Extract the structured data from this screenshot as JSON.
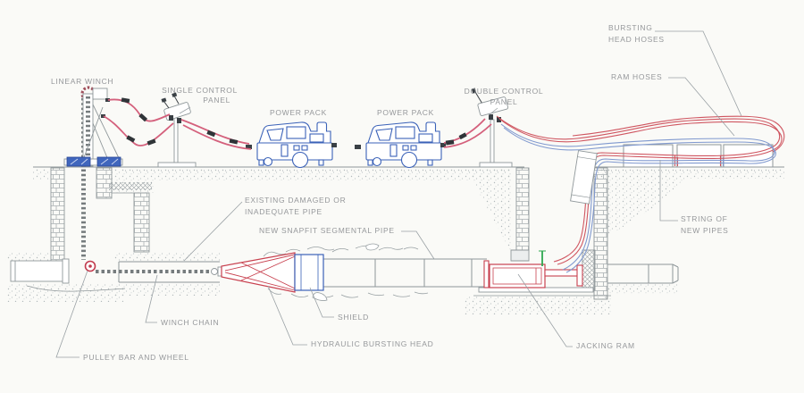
{
  "diagram": {
    "type": "engineering-schematic",
    "subject": "Pipe bursting / snapfit segmental pipe replacement equipment arrangement",
    "labels": {
      "linear_winch": "LINEAR WINCH",
      "single_control_panel_line1": "SINGLE CONTROL",
      "single_control_panel_line2": "PANEL",
      "power_pack_left": "POWER PACK",
      "power_pack_right": "POWER PACK",
      "double_control_panel_line1": "DOUBLE CONTROL",
      "double_control_panel_line2": "PANEL",
      "bursting_head_hoses_line1": "BURSTING",
      "bursting_head_hoses_line2": "HEAD HOSES",
      "ram_hoses": "RAM HOSES",
      "existing_pipe_line1": "EXISTING DAMAGED OR",
      "existing_pipe_line2": "INADEQUATE PIPE",
      "new_pipe": "NEW SNAPFIT SEGMENTAL PIPE",
      "winch_chain": "WINCH CHAIN",
      "shield": "SHIELD",
      "hydraulic_bursting_head": "HYDRAULIC BURSTING HEAD",
      "pulley_bar_and_wheel": "PULLEY BAR AND WHEEL",
      "jacking_ram": "JACKING RAM",
      "string_of_new_pipes_line1": "STRING OF",
      "string_of_new_pipes_line2": "NEW PIPES"
    },
    "colors": {
      "background": "#fafaf7",
      "linework_gray": "#8f979a",
      "label_text": "#96989b",
      "equipment_blue": "#3b62b8",
      "hose_pink": "#d4607c",
      "hose_red": "#cf5560",
      "hose_blue": "#8099cf",
      "equipment_red": "#c8414f",
      "marker_green": "#2ea84f"
    }
  }
}
